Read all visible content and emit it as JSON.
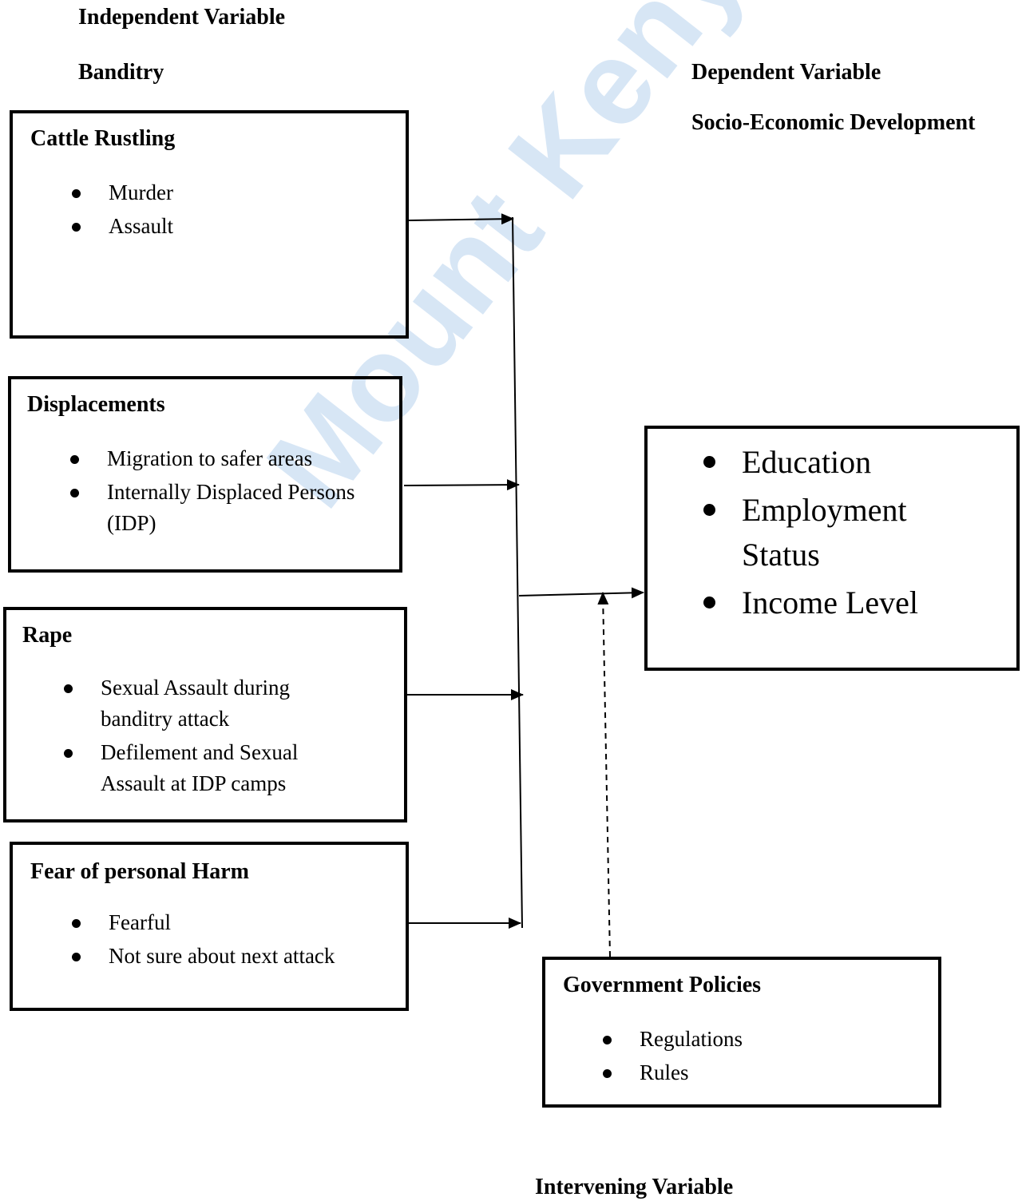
{
  "watermark": {
    "text": "Mount Kenya University"
  },
  "headings": {
    "independent_variable": "Independent Variable",
    "banditry": "Banditry",
    "dependent_variable": "Dependent Variable",
    "socio_economic": "Socio-Economic Development",
    "intervening_variable": "Intervening Variable"
  },
  "boxes": {
    "cattle": {
      "title": "Cattle Rustling",
      "items": [
        "Murder",
        "Assault"
      ]
    },
    "displacements": {
      "title": "Displacements",
      "items": [
        "Migration to safer areas",
        "Internally Displaced Persons (IDP)"
      ]
    },
    "rape": {
      "title": "Rape",
      "items": [
        "Sexual Assault during banditry attack",
        "Defilement and Sexual Assault   at IDP camps"
      ]
    },
    "fear": {
      "title": "Fear of personal Harm",
      "items": [
        "Fearful",
        "Not sure about next attack"
      ]
    },
    "dependent": {
      "items": [
        "Education",
        "Employment Status",
        "Income Level"
      ]
    },
    "government": {
      "title": "Government Policies",
      "items": [
        "Regulations",
        "Rules"
      ]
    }
  }
}
